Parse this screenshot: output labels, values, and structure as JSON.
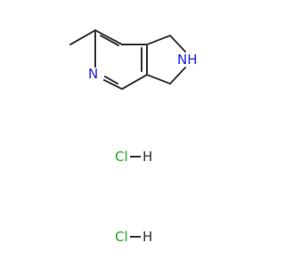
{
  "molecule": {
    "atoms": {
      "ring_nitrogen": {
        "label": "N",
        "color": "#2222dd"
      },
      "amine": {
        "label": "NH",
        "color": "#2222dd"
      },
      "salt_1": {
        "cl": "Cl",
        "h": "H",
        "cl_color": "#22aa22",
        "h_color": "#333333"
      },
      "salt_2": {
        "cl": "Cl",
        "h": "H",
        "cl_color": "#22aa22",
        "h_color": "#333333"
      }
    },
    "bond_color": "#333333"
  }
}
